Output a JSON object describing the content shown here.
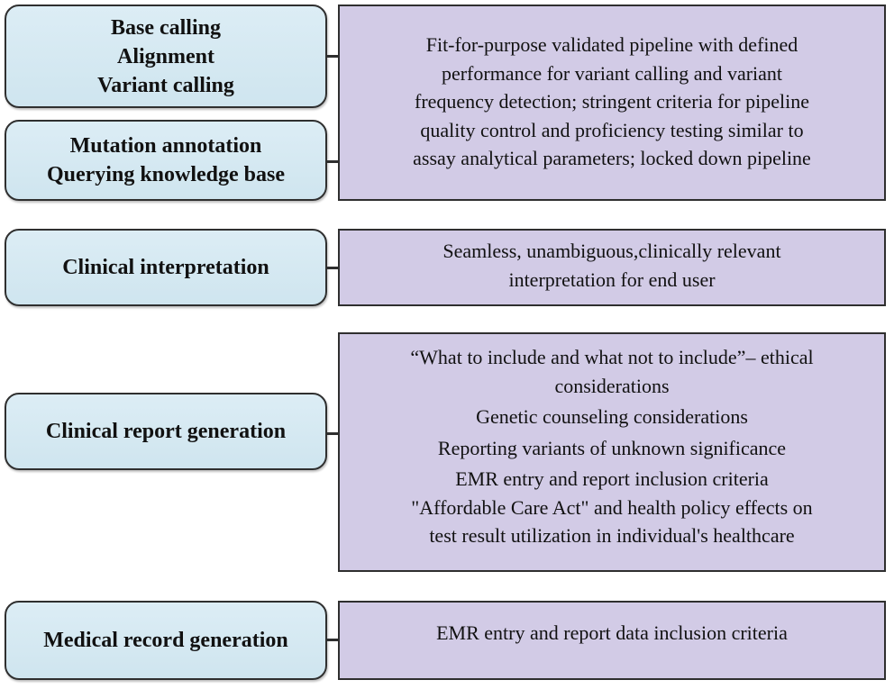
{
  "steps": [
    {
      "lines": [
        "Base calling",
        "Alignment",
        "Variant calling"
      ]
    },
    {
      "lines": [
        "Mutation annotation",
        "Querying knowledge base"
      ]
    },
    {
      "lines": [
        "Clinical interpretation"
      ]
    },
    {
      "lines": [
        "Clinical report generation"
      ]
    },
    {
      "lines": [
        "Medical record generation"
      ]
    }
  ],
  "details": [
    {
      "lines": [
        "Fit-for-purpose validated pipeline with defined",
        "performance for variant calling and variant",
        "frequency detection; stringent criteria for pipeline",
        "quality control and proficiency testing  similar to",
        "assay analytical parameters; locked down pipeline"
      ]
    },
    {
      "lines": [
        "Seamless, unambiguous,clinically relevant",
        "interpretation for end user"
      ]
    },
    {
      "lines": [
        "“What to include and what not to include”– ethical",
        "considerations",
        "Genetic counseling considerations",
        "Reporting variants of unknown significance",
        "EMR entry and report inclusion criteria",
        "\"Affordable Care Act\" and health policy effects on",
        "test result utilization in individual's healthcare"
      ]
    },
    {
      "lines": [
        "EMR entry and report data inclusion criteria"
      ]
    }
  ],
  "colors": {
    "step_fill": "#d6eaf3",
    "detail_fill": "#d2cbe6",
    "border": "#2f2f2f"
  }
}
